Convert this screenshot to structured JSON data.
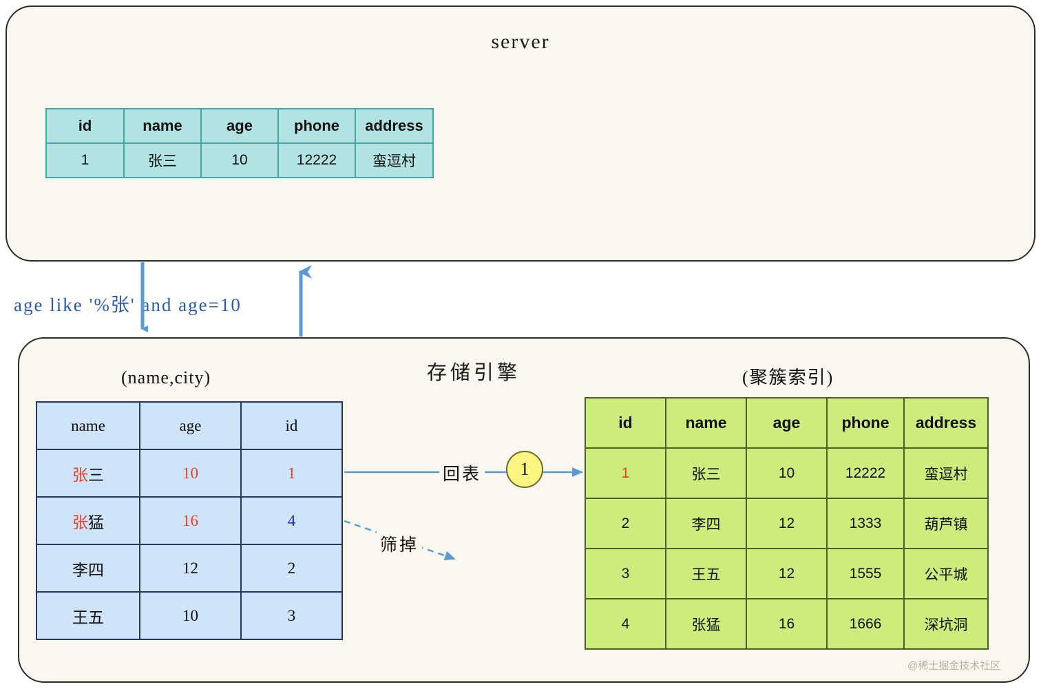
{
  "server": {
    "title": "server",
    "table": {
      "headers": [
        "id",
        "name",
        "age",
        "phone",
        "address"
      ],
      "rows": [
        [
          "1",
          "张三",
          "10",
          "12222",
          "蛮逗村"
        ]
      ]
    }
  },
  "query": {
    "predicate": "age like '%张' and age=10"
  },
  "engine": {
    "title": "存储引擎",
    "secondary_index": {
      "caption": "(name,city)",
      "headers": [
        "name",
        "age",
        "id"
      ],
      "rows": [
        {
          "name_hit": "张",
          "name_rest": "三",
          "age": "10",
          "id": "1",
          "name_highlight": true,
          "age_highlight": true,
          "id_color": "red"
        },
        {
          "name_hit": "张",
          "name_rest": "猛",
          "age": "16",
          "id": "4",
          "name_highlight": true,
          "age_highlight": true,
          "id_color": "blue"
        },
        {
          "name_hit": "",
          "name_rest": "李四",
          "age": "12",
          "id": "2",
          "name_highlight": false,
          "age_highlight": false,
          "id_color": "black"
        },
        {
          "name_hit": "",
          "name_rest": "王五",
          "age": "10",
          "id": "3",
          "name_highlight": false,
          "age_highlight": false,
          "id_color": "black"
        }
      ]
    },
    "clustered_index": {
      "caption": "(聚簇索引)",
      "headers": [
        "id",
        "name",
        "age",
        "phone",
        "address"
      ],
      "rows": [
        {
          "id": "1",
          "name": "张三",
          "age": "10",
          "phone": "12222",
          "address": "蛮逗村",
          "id_color": "red"
        },
        {
          "id": "2",
          "name": "李四",
          "age": "12",
          "phone": "1333",
          "address": "葫芦镇",
          "id_color": "black"
        },
        {
          "id": "3",
          "name": "王五",
          "age": "12",
          "phone": "1555",
          "address": "公平城",
          "id_color": "black"
        },
        {
          "id": "4",
          "name": "张猛",
          "age": "16",
          "phone": "1666",
          "address": "深坑洞",
          "id_color": "black"
        }
      ]
    }
  },
  "flow": {
    "return_to_table_label": "回表",
    "filtered_out_label": "筛掉",
    "step_badge": "1"
  },
  "watermark": "@稀土掘金技术社区",
  "colors": {
    "panel_bg": "#faf8ee",
    "panel_border": "#2b2b2b",
    "cyan_fill": "#b2e3e3",
    "cyan_border": "#3fa8a8",
    "blue_fill": "#cfe3f9",
    "blue_border": "#24375f",
    "green_fill": "#cced7e",
    "green_border": "#4e5f1d",
    "arrow": "#5b9bd5",
    "sql_text": "#2a5ca8",
    "highlight_red": "#e8402a",
    "highlight_blue": "#2222cc",
    "badge_fill": "#fdf582"
  }
}
